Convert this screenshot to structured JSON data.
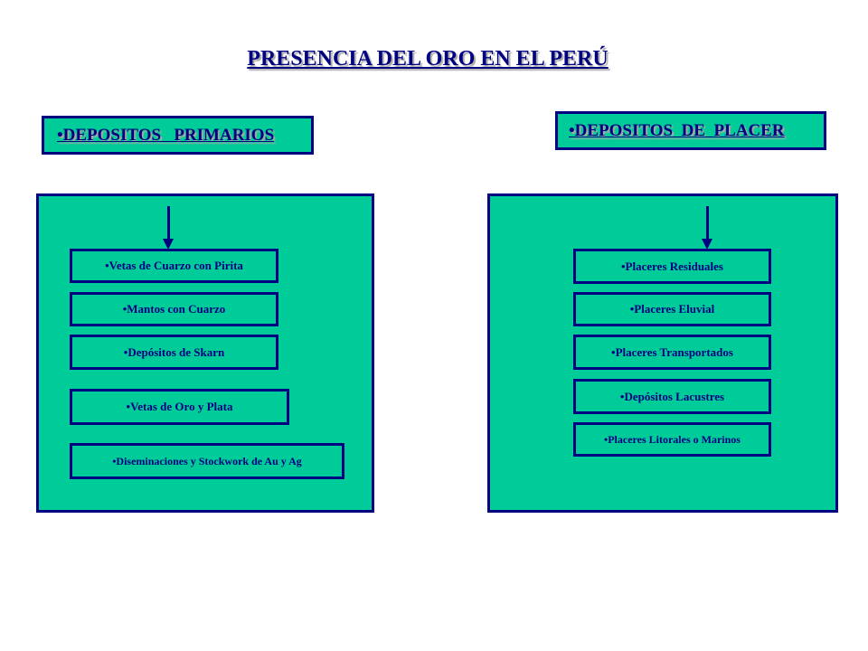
{
  "title": "PRESENCIA DEL ORO EN EL PERÚ",
  "primarios": {
    "header": "•DEPOSITOS   PRIMARIOS",
    "items": [
      "•Vetas de Cuarzo con Pirita",
      "•Mantos con Cuarzo",
      "•Depósitos de Skarn",
      "•Vetas de Oro y Plata",
      "•Diseminaciones y Stockwork de Au y Ag"
    ]
  },
  "placer": {
    "header": "•DEPOSITOS  DE  PLACER",
    "items": [
      "•Placeres Residuales",
      "•Placeres Eluvial",
      "•Placeres Transportados",
      "•Depósitos Lacustres",
      "•Placeres Litorales o Marinos"
    ]
  },
  "colors": {
    "box_fill": "#00cc99",
    "border": "#000080",
    "text": "#000080"
  }
}
